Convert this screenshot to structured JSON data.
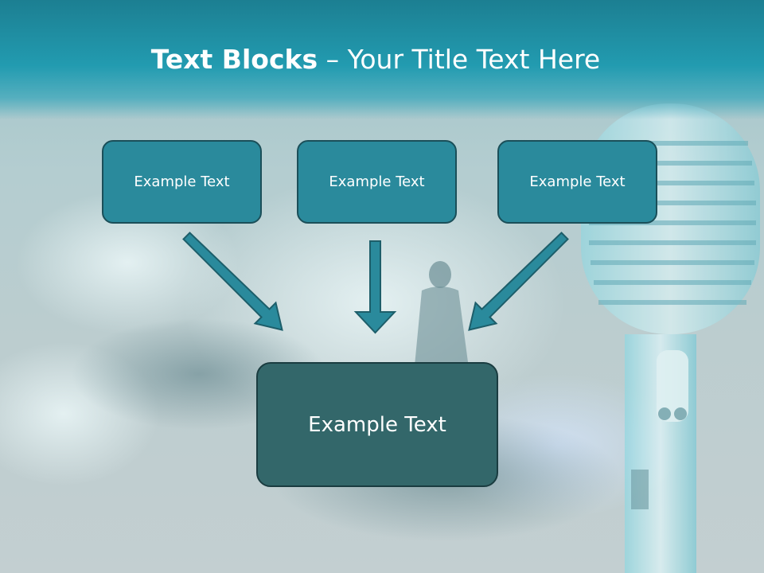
{
  "title": {
    "bold": "Text Blocks",
    "separator": " – ",
    "rest": "Your Title Text Here"
  },
  "boxes": [
    {
      "label": "Example Text"
    },
    {
      "label": "Example Text"
    },
    {
      "label": "Example Text"
    }
  ],
  "main_box": {
    "label": "Example Text"
  },
  "colors": {
    "header": "#229bb0",
    "box_fill": "#2a8a9c",
    "main_box_fill": "#33676a",
    "arrow": "#2a8a9c"
  }
}
